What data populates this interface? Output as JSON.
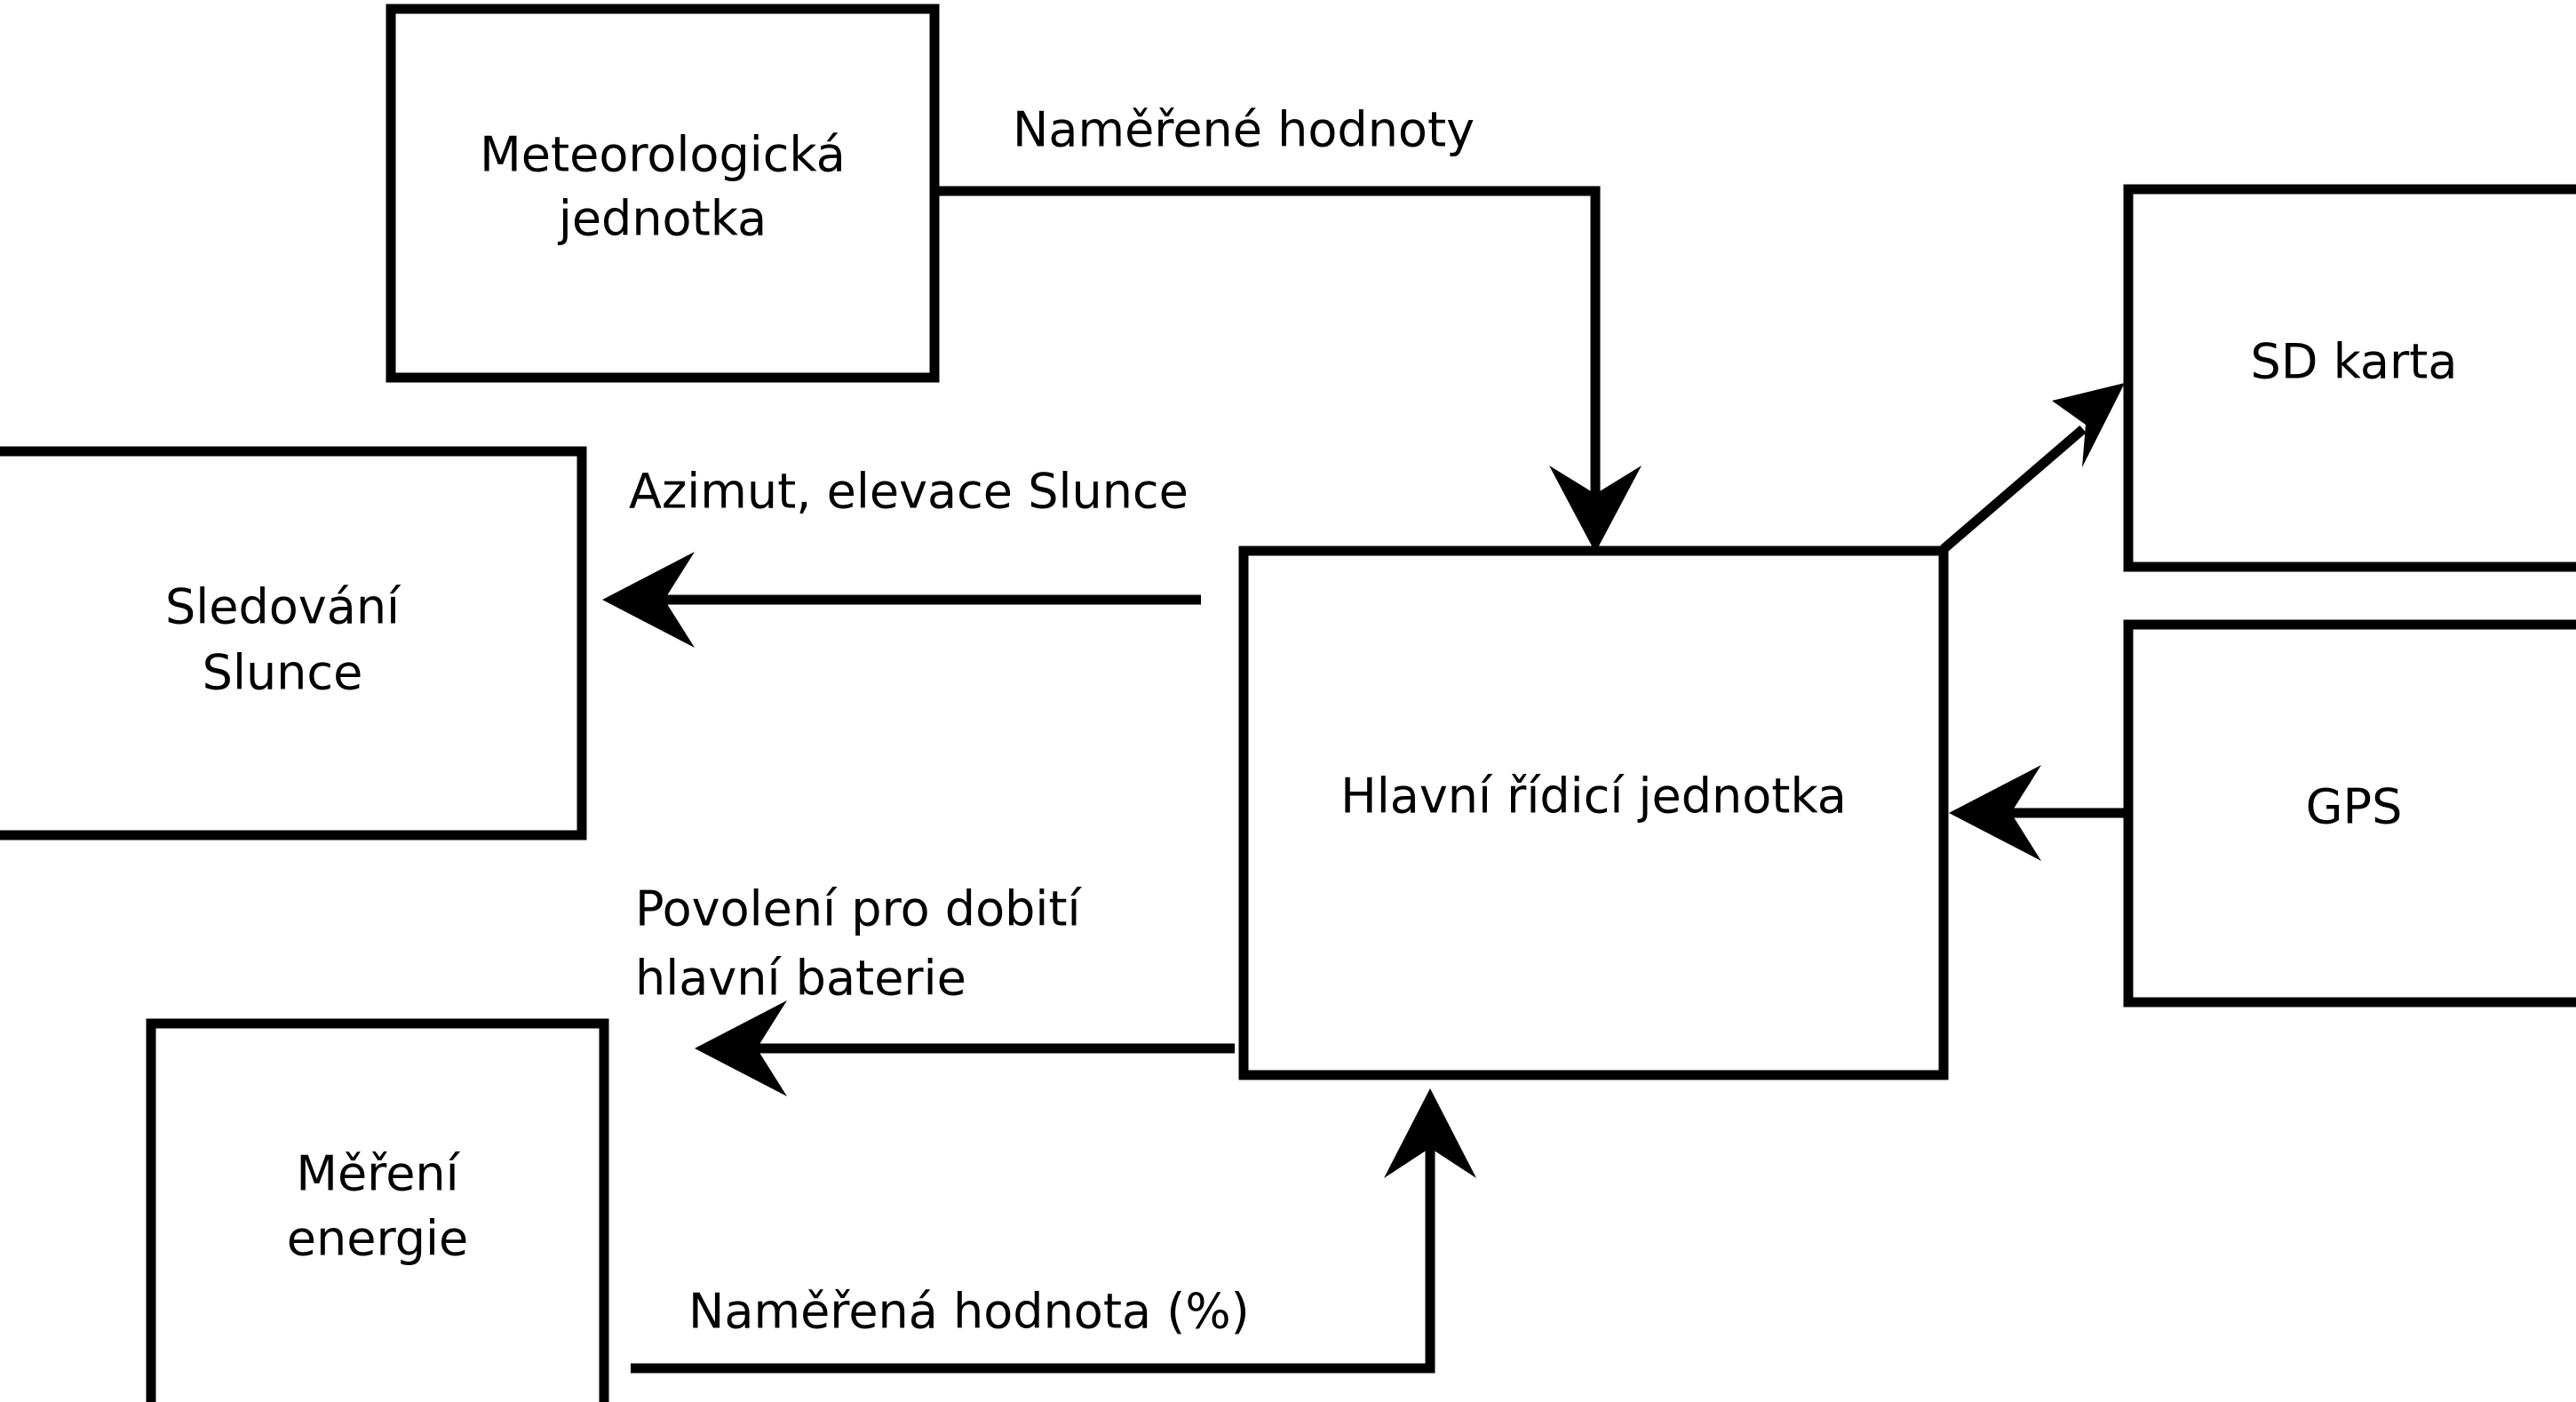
{
  "diagram": {
    "language": "cs",
    "background_color": "#ffffff",
    "line_color": "#000000",
    "nodes": {
      "meteo": {
        "label_line1": "Meteorologická",
        "label_line2": "jednotka"
      },
      "sun_tracking": {
        "label_line1": "Sledování",
        "label_line2": "Slunce"
      },
      "energy": {
        "label_line1": "Měření",
        "label_line2": "energie"
      },
      "main": {
        "label": "Hlavní řídicí jednotka"
      },
      "sd": {
        "label": "SD karta"
      },
      "gps": {
        "label": "GPS"
      }
    },
    "edges": {
      "meteo_to_main": {
        "label": "Naměřené hodnoty"
      },
      "main_to_sun": {
        "label": "Azimut, elevace Slunce"
      },
      "main_to_energy": {
        "label_line1": "Povolení pro dobití",
        "label_line2": "hlavní baterie"
      },
      "energy_to_main": {
        "label": "Naměřená hodnota (%)"
      },
      "main_to_sd": {
        "label": ""
      },
      "gps_to_main": {
        "label": ""
      }
    }
  }
}
